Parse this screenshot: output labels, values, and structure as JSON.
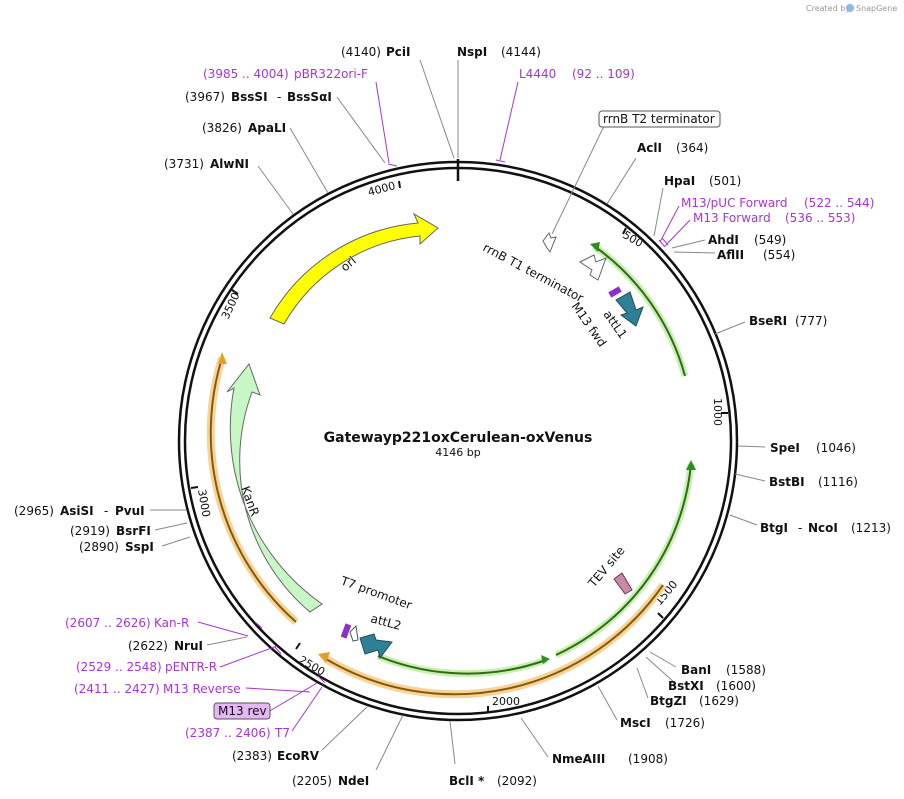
{
  "credit": {
    "prefix": "Created by",
    "brand": "SnapGene"
  },
  "plasmid": {
    "name": "Gatewayp221oxCerulean-oxVenus",
    "length_label": "4146 bp",
    "length": 4146
  },
  "ticks": [
    "500",
    "1000",
    "1500",
    "2000",
    "2500",
    "3000",
    "3500",
    "4000"
  ],
  "sites": [
    {
      "name": "PciI",
      "pos": "(4140)"
    },
    {
      "name": "NspI",
      "pos": "(4144)"
    },
    {
      "name": "AclI",
      "pos": "(364)"
    },
    {
      "name": "HpaI",
      "pos": "(501)"
    },
    {
      "name": "AhdI",
      "pos": "(549)"
    },
    {
      "name": "AflII",
      "pos": "(554)"
    },
    {
      "name": "BseRI",
      "pos": "(777)"
    },
    {
      "name": "SpeI",
      "pos": "(1046)"
    },
    {
      "name": "BstBI",
      "pos": "(1116)"
    },
    {
      "name": "BtgI",
      "name2": "NcoI",
      "pos": "(1213)"
    },
    {
      "name": "BanI",
      "pos": "(1588)"
    },
    {
      "name": "BstXI",
      "pos": "(1600)"
    },
    {
      "name": "BtgZI",
      "pos": "(1629)"
    },
    {
      "name": "MscI",
      "pos": "(1726)"
    },
    {
      "name": "NmeAIII",
      "pos": "(1908)"
    },
    {
      "name": "BclI *",
      "pos": "(2092)"
    },
    {
      "name": "NdeI",
      "pos": "(2205)"
    },
    {
      "name": "EcoRV",
      "pos": "(2383)"
    },
    {
      "name": "NruI",
      "pos": "(2622)"
    },
    {
      "name": "SspI",
      "pos": "(2890)"
    },
    {
      "name": "BsrFI",
      "pos": "(2919)"
    },
    {
      "name": "AsiSI",
      "name2": "PvuI",
      "pos": "(2965)"
    },
    {
      "name": "AlwNI",
      "pos": "(3731)"
    },
    {
      "name": "ApaLI",
      "pos": "(3826)"
    },
    {
      "name": "BssSI",
      "name2": "BssSαI",
      "pos": "(3967)"
    }
  ],
  "primers": [
    {
      "name": "pBR322ori-F",
      "range": "(3985 .. 4004)"
    },
    {
      "name": "L4440",
      "range": "(92 .. 109)"
    },
    {
      "name": "M13/pUC Forward",
      "range": "(522 .. 544)"
    },
    {
      "name": "M13 Forward",
      "range": "(536 .. 553)"
    },
    {
      "name": "Kan-R",
      "range": "(2607 .. 2626)"
    },
    {
      "name": "pENTR-R",
      "range": "(2529 .. 2548)"
    },
    {
      "name": "M13 Reverse",
      "range": "(2411 .. 2427)"
    },
    {
      "name": "T7",
      "range": "(2387 .. 2406)"
    }
  ],
  "boxed": {
    "rrnb_t2": "rrnB T2 terminator",
    "m13_rev": "M13 rev"
  },
  "features": {
    "ori": "ori",
    "kanr": "KanR",
    "rrnb_t1": "rrnB T1 terminator",
    "m13_fwd": "M13 fwd",
    "attl1": "attL1",
    "attl2": "attL2",
    "t7_promoter": "T7 promoter",
    "tev_site": "TEV site"
  },
  "colors": {
    "backbone": "#111111",
    "primer": "#a634d8",
    "ori": "#ffff00",
    "kanr": "#c7f7c5",
    "att": "#2f7f96",
    "tev": "#c98aa6",
    "orange": "#f0a830",
    "green": "#2f8c1e"
  }
}
